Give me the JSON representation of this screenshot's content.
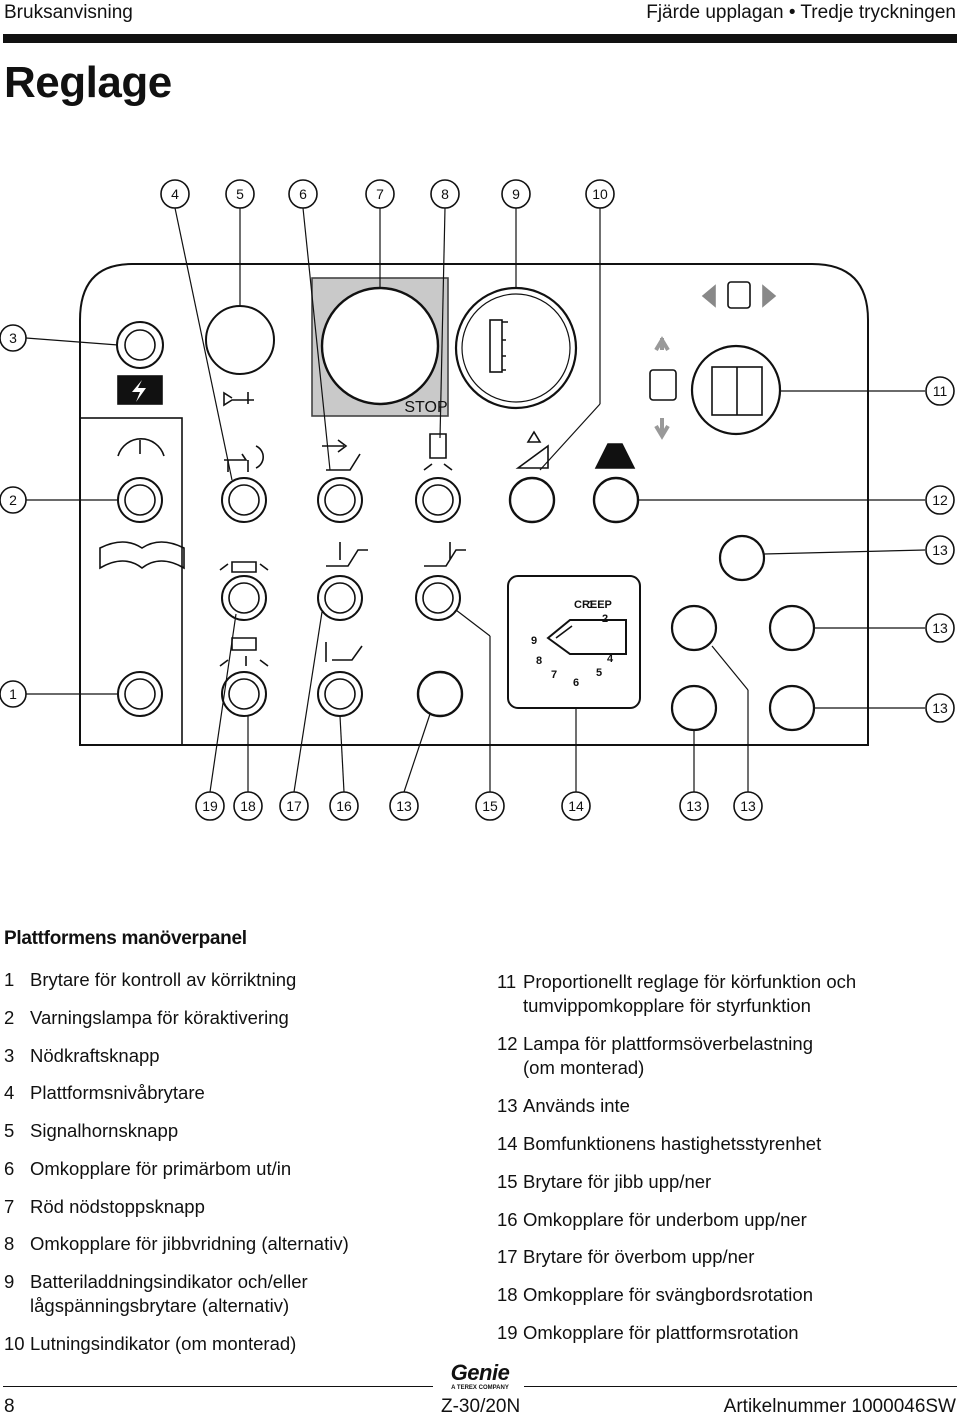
{
  "header": {
    "left": "Bruksanvisning",
    "right": "Fjärde upplagan • Tredje tryckningen"
  },
  "title": "Reglage",
  "diagram": {
    "callouts_top": [
      "4",
      "5",
      "6",
      "7",
      "8",
      "9",
      "10"
    ],
    "callouts_bottom": [
      "19",
      "18",
      "17",
      "16",
      "13",
      "15",
      "14",
      "13",
      "13"
    ],
    "callouts_left": [
      "3",
      "2",
      "1"
    ],
    "callouts_right": [
      "11",
      "12",
      "13",
      "13",
      "13"
    ],
    "stop_label": "STOP",
    "creep_label": "CREEP",
    "dial_numbers": [
      "1",
      "2",
      "4",
      "5",
      "6",
      "7",
      "8",
      "9"
    ]
  },
  "caption": "Plattformens manöverpanel",
  "legend_left": [
    {
      "num": "1",
      "text": "Brytare för kontroll av körriktning"
    },
    {
      "num": "2",
      "text": "Varningslampa för köraktivering"
    },
    {
      "num": "3",
      "text": "Nödkraftsknapp"
    },
    {
      "num": "4",
      "text": "Plattformsnivåbrytare"
    },
    {
      "num": "5",
      "text": "Signalhornsknapp"
    },
    {
      "num": "6",
      "text": "Omkopplare för primärbom ut/in"
    },
    {
      "num": "7",
      "text": "Röd nödstoppsknapp"
    },
    {
      "num": "8",
      "text": "Omkopplare för jibbvridning (alternativ)"
    },
    {
      "num": "9",
      "text": "Batteriladdningsindikator och/eller",
      "cont": "lågspänningsbrytare (alternativ)"
    },
    {
      "num": "10",
      "text": "Lutningsindikator (om monterad)"
    }
  ],
  "legend_right": [
    {
      "num": "11",
      "text": "Proportionellt reglage för körfunktion och",
      "cont": "tumvippomkopplare för styrfunktion"
    },
    {
      "num": "12",
      "text": "Lampa för plattformsöverbelastning",
      "cont": "(om monterad)"
    },
    {
      "num": "13",
      "text": "Används inte"
    },
    {
      "num": "14",
      "text": "Bomfunktionens hastighetsstyrenhet"
    },
    {
      "num": "15",
      "text": "Brytare för jibb upp/ner"
    },
    {
      "num": "16",
      "text": "Omkopplare för underbom upp/ner"
    },
    {
      "num": "17",
      "text": "Brytare för överbom upp/ner"
    },
    {
      "num": "18",
      "text": "Omkopplare för svängbordsrotation"
    },
    {
      "num": "19",
      "text": "Omkopplare för plattformsrotation"
    }
  ],
  "footer": {
    "page": "8",
    "model": "Z-30/20N",
    "part": "Artikelnummer  1000046SW",
    "logo": "Genie",
    "logo_sub": "A TEREX COMPANY"
  }
}
